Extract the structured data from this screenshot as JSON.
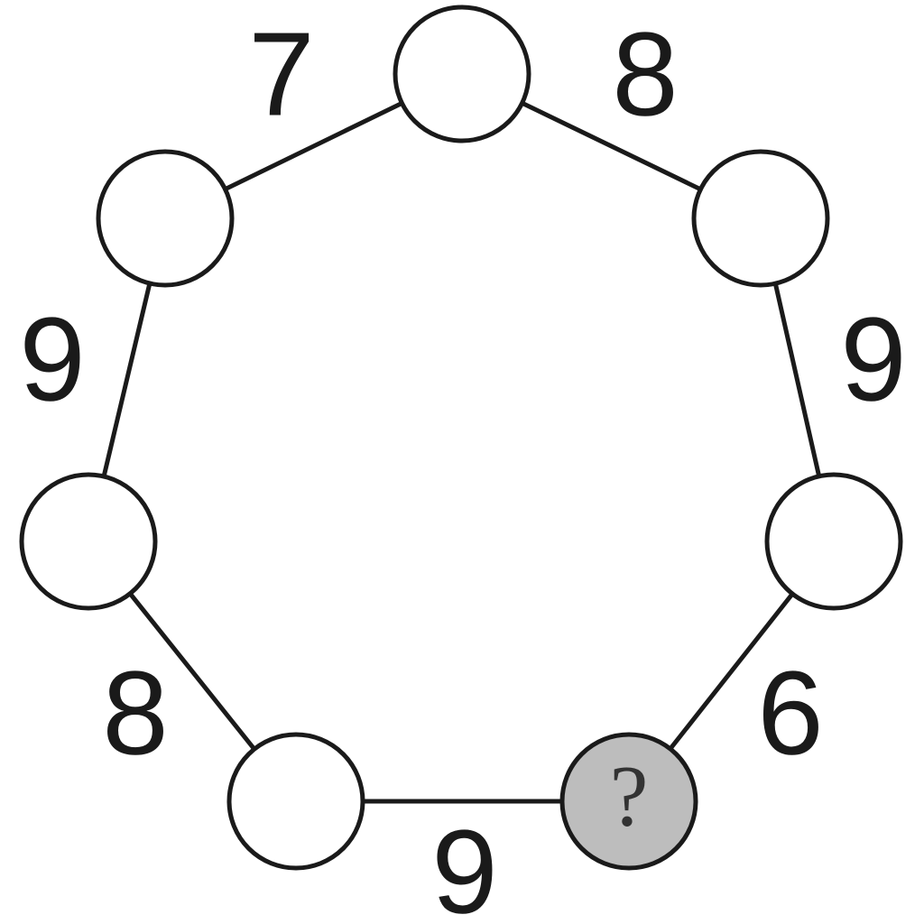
{
  "diagram": {
    "nodes": [
      {
        "id": "top",
        "label": ""
      },
      {
        "id": "upper-right",
        "label": ""
      },
      {
        "id": "right",
        "label": ""
      },
      {
        "id": "bottom-right",
        "label": "?",
        "highlighted": true
      },
      {
        "id": "bottom-left",
        "label": ""
      },
      {
        "id": "left",
        "label": ""
      },
      {
        "id": "upper-left",
        "label": ""
      }
    ],
    "edges": [
      {
        "from": "upper-left",
        "to": "top",
        "label": "7"
      },
      {
        "from": "top",
        "to": "upper-right",
        "label": "8"
      },
      {
        "from": "upper-right",
        "to": "right",
        "label": "9"
      },
      {
        "from": "right",
        "to": "bottom-right",
        "label": "6"
      },
      {
        "from": "bottom-right",
        "to": "bottom-left",
        "label": "9"
      },
      {
        "from": "bottom-left",
        "to": "left",
        "label": "8"
      },
      {
        "from": "left",
        "to": "upper-left",
        "label": "9"
      }
    ],
    "colors": {
      "node_fill": "#ffffff",
      "highlight_fill": "#bdbdbd",
      "stroke": "#1a1a1a"
    }
  }
}
